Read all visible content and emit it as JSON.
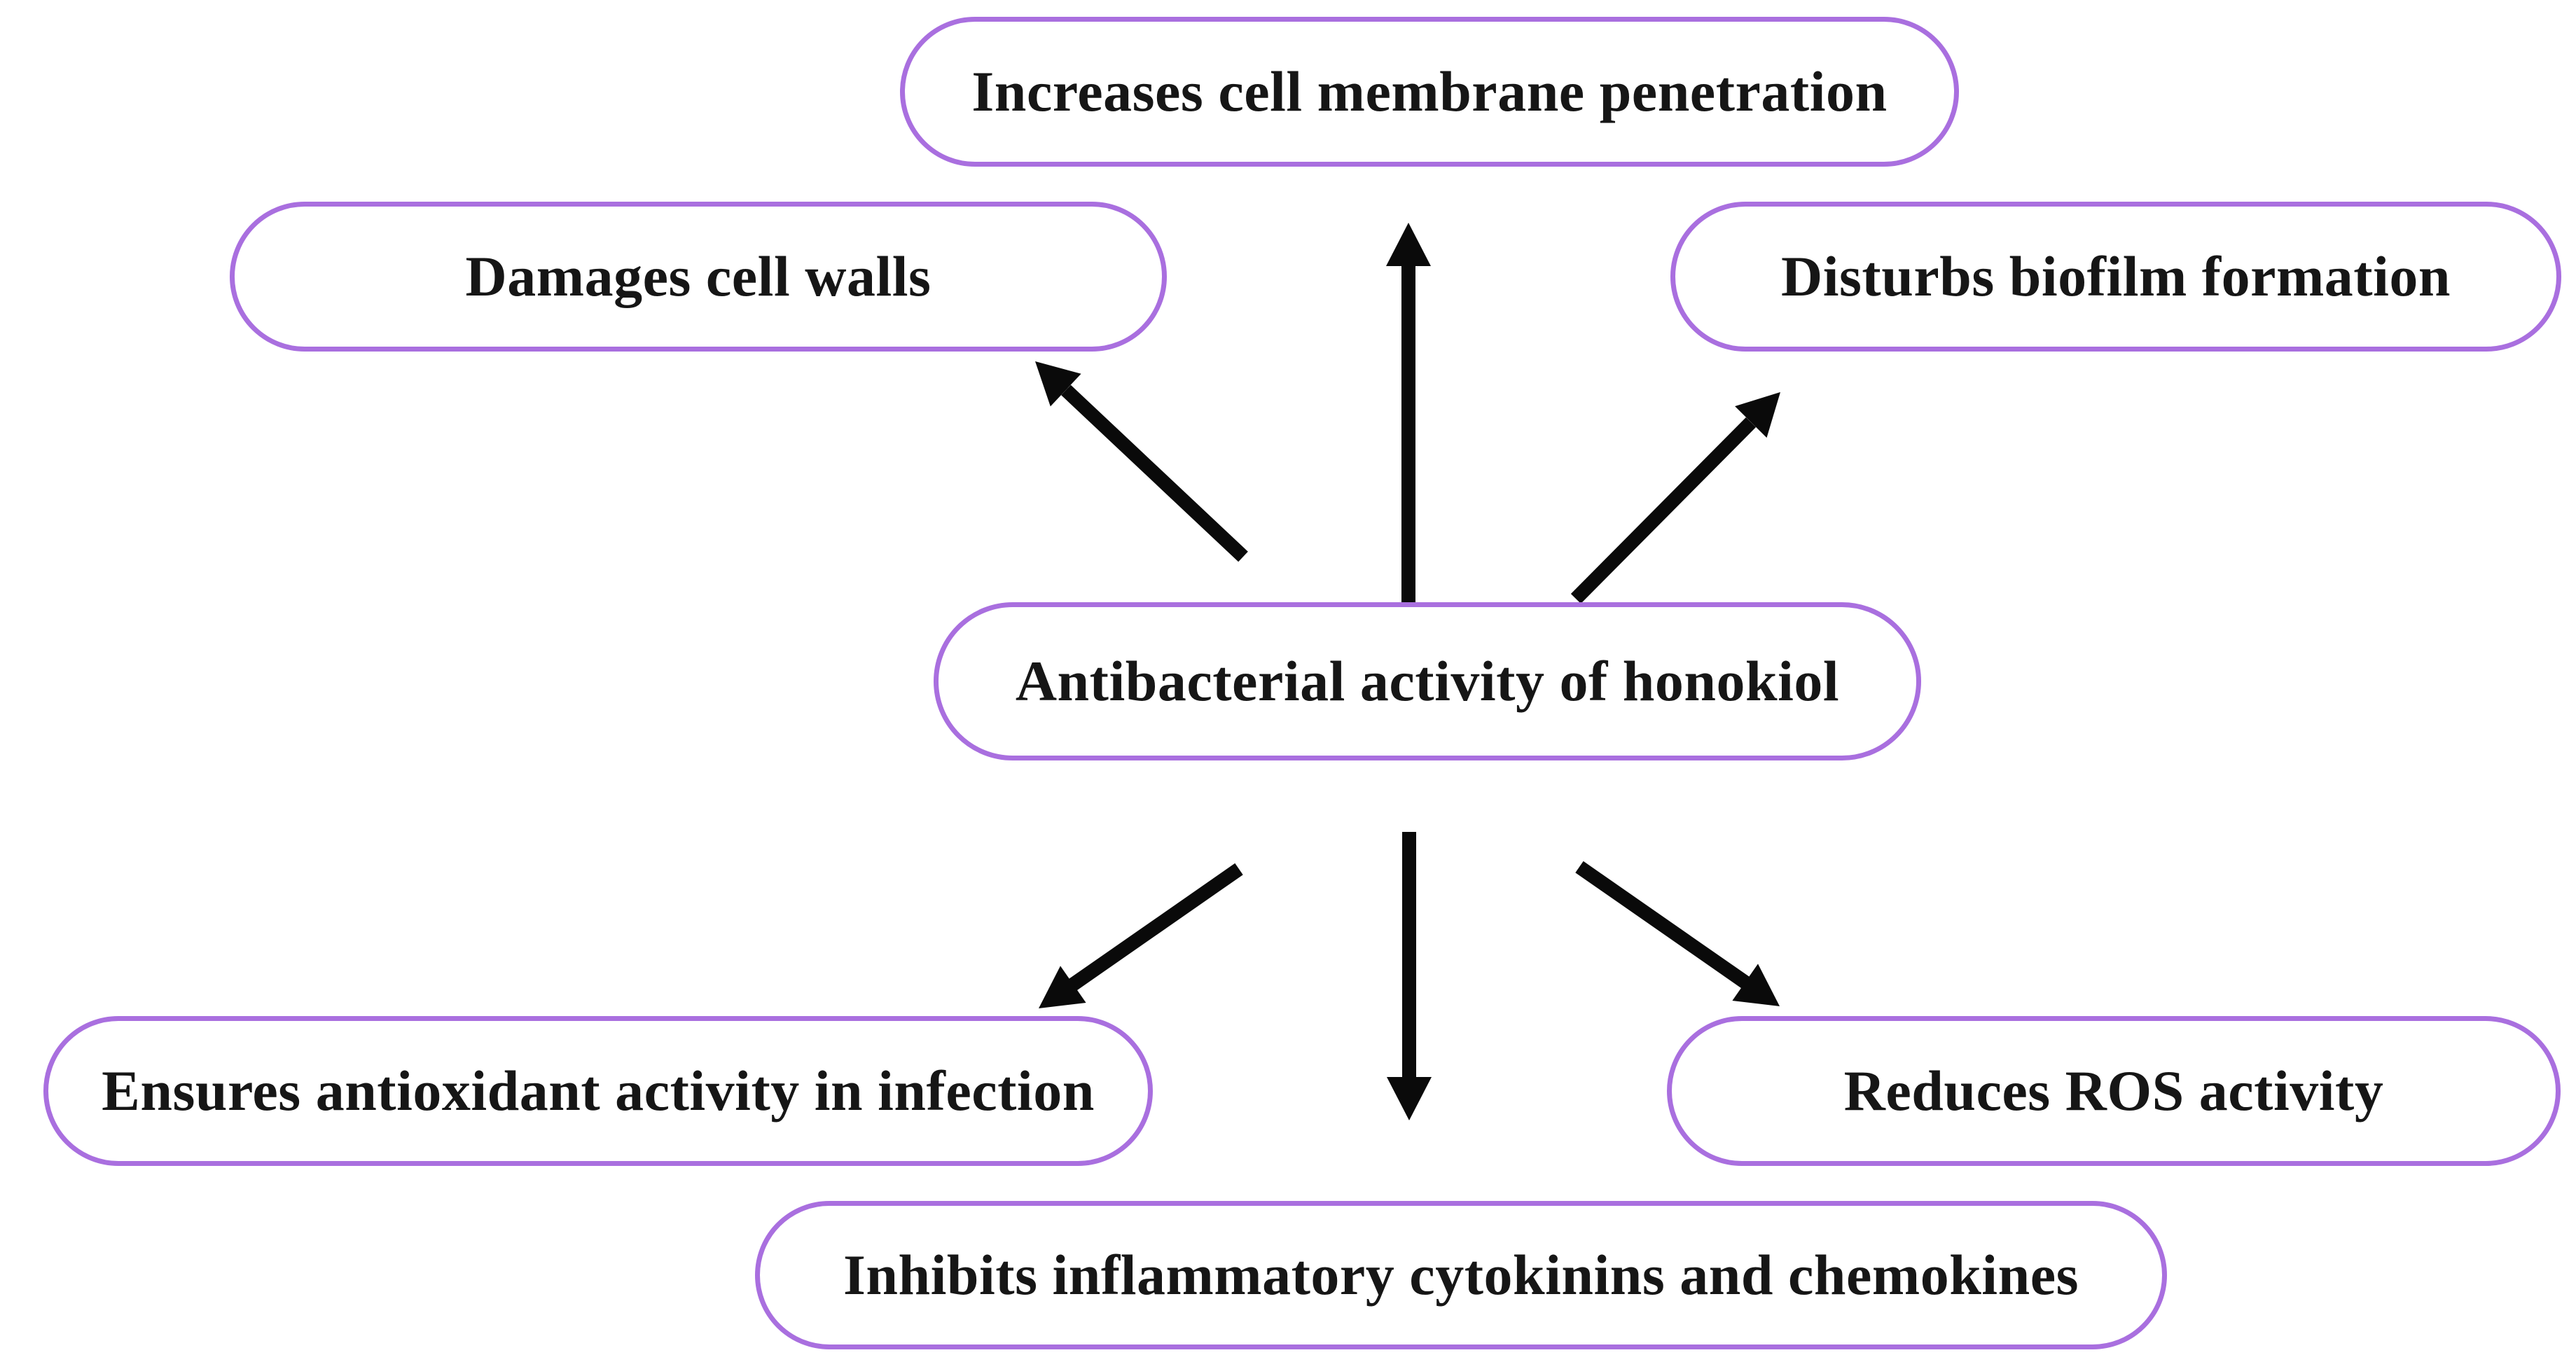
{
  "diagram": {
    "title_hidden": "",
    "center": {
      "id": "center",
      "label": "Antibacterial activity of honokiol"
    },
    "effects": [
      {
        "id": "increases",
        "position": "top",
        "label": "Increases cell membrane penetration"
      },
      {
        "id": "damages",
        "position": "top-left",
        "label": "Damages cell walls"
      },
      {
        "id": "disturbs",
        "position": "top-right",
        "label": "Disturbs biofilm formation"
      },
      {
        "id": "ensures",
        "position": "bottom-left",
        "label": "Ensures antioxidant activity in infection"
      },
      {
        "id": "reduces",
        "position": "bottom-right",
        "label": "Reduces ROS activity"
      },
      {
        "id": "inhibits",
        "position": "bottom",
        "label": "Inhibits inflammatory cytokinins and chemokines"
      }
    ],
    "connections": [
      {
        "from": "center",
        "to": "increases",
        "direction": "outward"
      },
      {
        "from": "center",
        "to": "damages",
        "direction": "outward"
      },
      {
        "from": "center",
        "to": "disturbs",
        "direction": "outward"
      },
      {
        "from": "center",
        "to": "ensures",
        "direction": "outward"
      },
      {
        "from": "center",
        "to": "reduces",
        "direction": "outward"
      },
      {
        "from": "center",
        "to": "inhibits",
        "direction": "outward"
      }
    ],
    "colors": {
      "node_border": "#a96fdf",
      "node_fill": "#ffffff",
      "text": "#161616",
      "arrow": "#0a0a0a",
      "background": "#ffffff"
    }
  }
}
